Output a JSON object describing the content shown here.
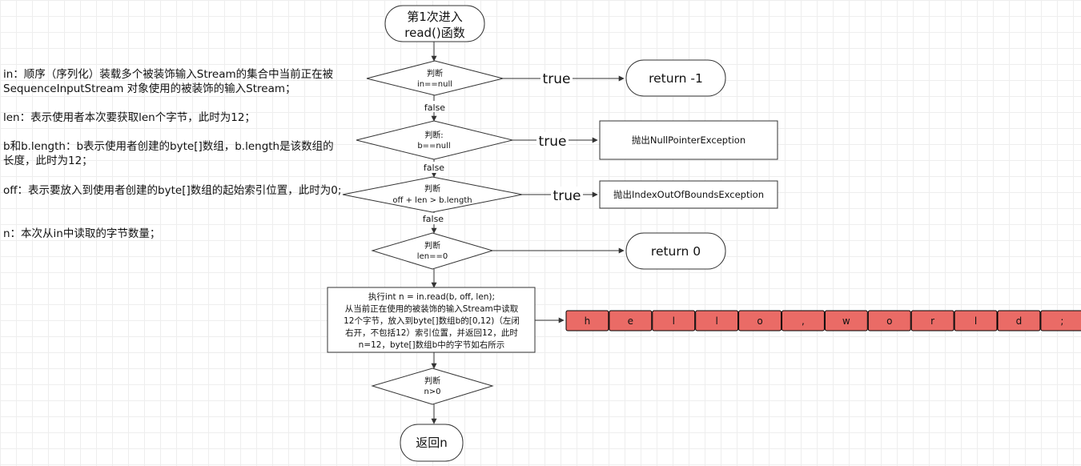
{
  "start": [
    "第1次进入",
    "read()函数"
  ],
  "decisions": {
    "d1": [
      "判断",
      "in==null"
    ],
    "d2": [
      "判断:",
      "b==null"
    ],
    "d3": [
      "判断",
      "off + len > b.length"
    ],
    "d4": [
      "判断",
      "len==0"
    ],
    "d5": [
      "判断",
      "n>0"
    ]
  },
  "edge_labels": {
    "true": "true",
    "false": "false"
  },
  "outcomes": {
    "return_neg1": "return -1",
    "npe": "抛出NullPointerException",
    "ioobe": "抛出IndexOutOfBoundsException",
    "return_zero": "return 0",
    "return_n": "返回n"
  },
  "process": [
    "执行int n = in.read(b, off, len);",
    "从当前正在使用的被装饰的输入Stream中读取",
    "12个字节，放入到byte[]数组b的[0,12)（左闭",
    "右开，不包括12）索引位置，并返回12，此时",
    "n=12，byte[]数组b中的字节如右所示"
  ],
  "byte_array": {
    "cells": [
      "h",
      "e",
      "l",
      "l",
      "o",
      ",",
      "w",
      "o",
      "r",
      "l",
      "d",
      ";"
    ],
    "fill": "#ea6b66",
    "stroke": "#000000"
  },
  "notes": [
    "in：顺序（序列化）装载多个被装饰输入Stream的集合中当前正在被SequenceInputStream 对象使用的被装饰的输入Stream；",
    "len：表示使用者本次要获取len个字节，此时为12；",
    "b和b.length：b表示使用者创建的byte[]数组，b.length是该数组的长度，此时为12；",
    "off：表示要放入到使用者创建的byte[]数组的起始索引位置，此时为0;",
    "n：本次从in中读取的字节数量；"
  ]
}
